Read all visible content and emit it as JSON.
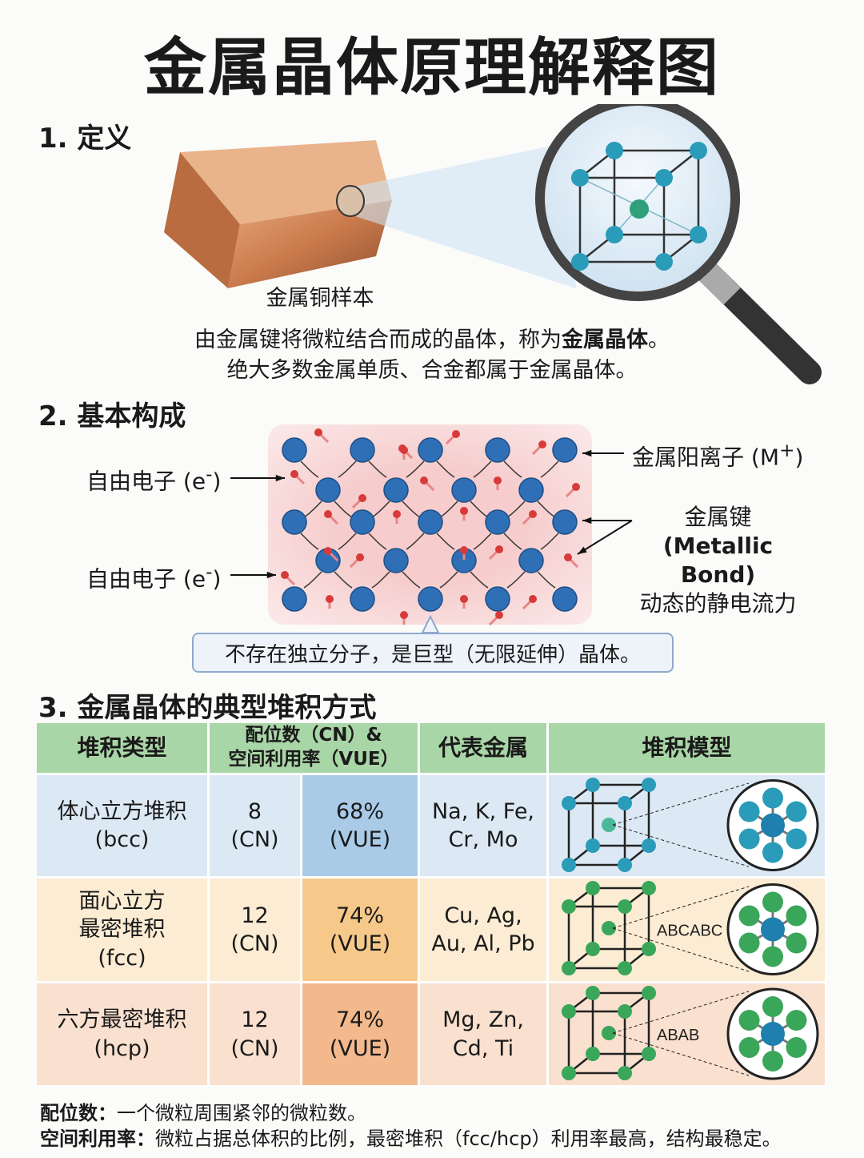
{
  "title": "金属晶体原理解释图",
  "section1": {
    "heading": "1. 定义",
    "sample_caption": "金属铜样本",
    "line1_prefix": "由金属键将微粒结合而成的晶体，称为",
    "line1_bold": "金属晶体",
    "line1_suffix": "。",
    "line2": "绝大多数金属单质、合金都属于金属晶体。"
  },
  "section2": {
    "heading": "2. 基本构成",
    "free_electron_label": "自由电子 (e",
    "free_electron_sup": "-",
    "close_paren": ")",
    "cation_label": "金属阳离子 (M",
    "cation_sup": "+",
    "bond_label_1": "金属键",
    "bond_label_2": "(Metallic Bond)",
    "bond_label_3": "动态的静电流力",
    "callout": "不存在独立分子，是巨型（无限延伸）晶体。",
    "colors": {
      "ion": "#2f6fb5",
      "electron": "#d83a3a",
      "background": "#f8d6d6"
    }
  },
  "section3": {
    "heading": "3. 金属晶体的典型堆积方式",
    "headers": [
      "堆积类型",
      "配位数（CN）&\n空间利用率（VUE）",
      "代表金属",
      "堆积模型"
    ],
    "rows": [
      {
        "type": "体心立方堆积\n(bcc)",
        "cn": "8\n(CN)",
        "vue": "68%\n(VUE)",
        "metals": "Na, K, Fe,\nCr, Mo",
        "model_label": "",
        "bg": "#dce9f5",
        "vue_bg": "#a9cbe8",
        "atom": "#2a9bb8"
      },
      {
        "type": "面心立方\n最密堆积\n(fcc)",
        "cn": "12\n(CN)",
        "vue": "74%\n(VUE)",
        "metals": "Cu, Ag,\nAu, Al, Pb",
        "model_label": "ABCABC",
        "bg": "#fbecd3",
        "vue_bg": "#f6c98a",
        "atom": "#3aa65a"
      },
      {
        "type": "六方最密堆积\n(hcp)",
        "cn": "12\n(CN)",
        "vue": "74%\n(VUE)",
        "metals": "Mg, Zn,\nCd, Ti",
        "model_label": "ABAB",
        "bg": "#f9e0cf",
        "vue_bg": "#f3b98d",
        "atom": "#3aa65a"
      }
    ],
    "notes": [
      {
        "term": "配位数：",
        "text": "一个微粒周围紧邻的微粒数。"
      },
      {
        "term": "空间利用率：",
        "text": "微粒占据总体积的比例，最密堆积（fcc/hcp）利用率最高，结构最稳定。"
      }
    ]
  }
}
